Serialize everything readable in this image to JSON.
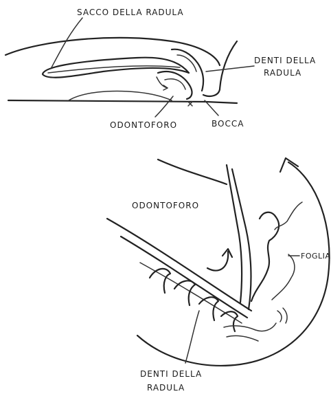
{
  "top_view": {
    "labels": {
      "sacco": "SACCO DELLA RADULA",
      "denti_line1": "DENTI DELLA",
      "denti_line2": "RADULA",
      "odontoforo": "ODONTOFORO",
      "bocca": "BOCCA"
    }
  },
  "zoom_view": {
    "labels": {
      "odontoforo": "ODONTOFORO",
      "foglia": "FOGLIA",
      "denti_line1": "DENTI DELLA",
      "denti_line2": "RADULA"
    }
  },
  "colors": {
    "ink": "#222222",
    "paper": "#ffffff"
  }
}
